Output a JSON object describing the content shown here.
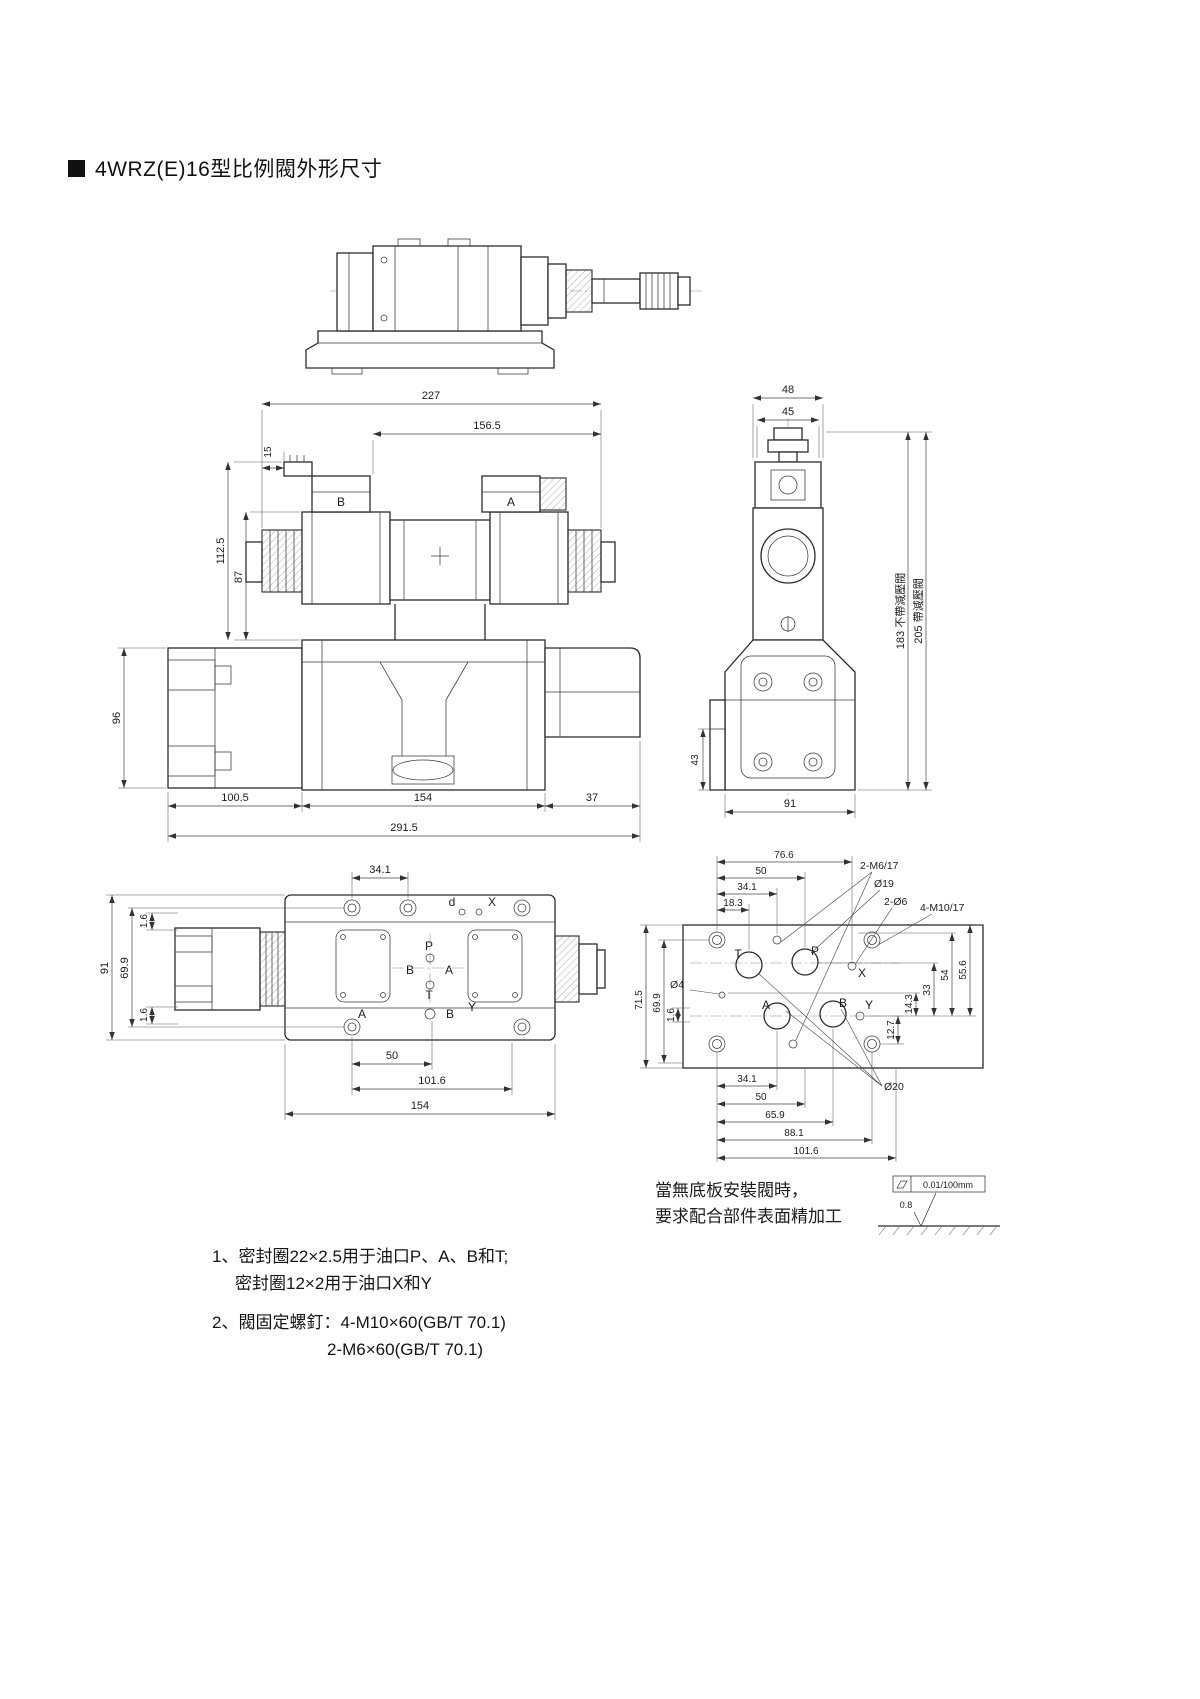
{
  "page": {
    "title": "4WRZ(E)16型比例閥外形尺寸"
  },
  "front": {
    "d227": "227",
    "d156_5": "156.5",
    "d15": "15",
    "d112_5": "112.5",
    "d87": "87",
    "d96": "96",
    "d100_5": "100.5",
    "d154": "154",
    "d37": "37",
    "d291_5": "291.5",
    "lbl_b": "B",
    "lbl_a": "A"
  },
  "side": {
    "d48": "48",
    "d45": "45",
    "d183": "183 不帶減壓閥",
    "d205": "205 帶減壓閥",
    "d43": "43",
    "d91": "91"
  },
  "bottom": {
    "d34_1": "34.1",
    "d91": "91",
    "d69_9": "69.9",
    "d1_6a": "1.6",
    "d1_6b": "1.6",
    "d50": "50",
    "d101_6": "101.6",
    "d154": "154",
    "lbl_d": "d",
    "lbl_x": "X",
    "lbl_p": "P",
    "lbl_b": "B",
    "lbl_a": "A",
    "lbl_t": "T",
    "lbl_a_edge": "A",
    "lbl_b_edge": "B",
    "lbl_y": "Y"
  },
  "port": {
    "d18_3": "18.3",
    "d34_1_top": "34.1",
    "d50_top": "50",
    "d76_6": "76.6",
    "lbl_2m6": "2-M6/17",
    "lbl_d19": "Ø19",
    "lbl_2d6": "2-Ø6",
    "lbl_4m10": "4-M10/17",
    "d71_5": "71.5",
    "d69_9": "69.9",
    "d1_6": "1.6",
    "lbl_d4": "Ø4",
    "d12_7": "12.7",
    "d14_3": "14.3",
    "d33": "33",
    "d54": "54",
    "d55_6": "55.6",
    "d34_1_bot": "34.1",
    "d50_bot": "50",
    "d65_9": "65.9",
    "d88_1": "88.1",
    "d101_6": "101.6",
    "lbl_d20": "Ø20",
    "lbl_t": "T",
    "lbl_p": "P",
    "lbl_x": "X",
    "lbl_a": "A",
    "lbl_b": "B",
    "lbl_y": "Y"
  },
  "surface": {
    "line1": "當無底板安裝閥時，",
    "line2": "要求配合部件表面精加工",
    "flatness": "0.01/100mm",
    "roughness": "0.8"
  },
  "notes": {
    "n1a": "1、密封圈22×2.5用于油口P、A、B和T;",
    "n1b": "密封圈12×2用于油口X和Y",
    "n2a": "2、閥固定螺釘：4-M10×60(GB/T 70.1)",
    "n2b": "2-M6×60(GB/T 70.1)"
  }
}
